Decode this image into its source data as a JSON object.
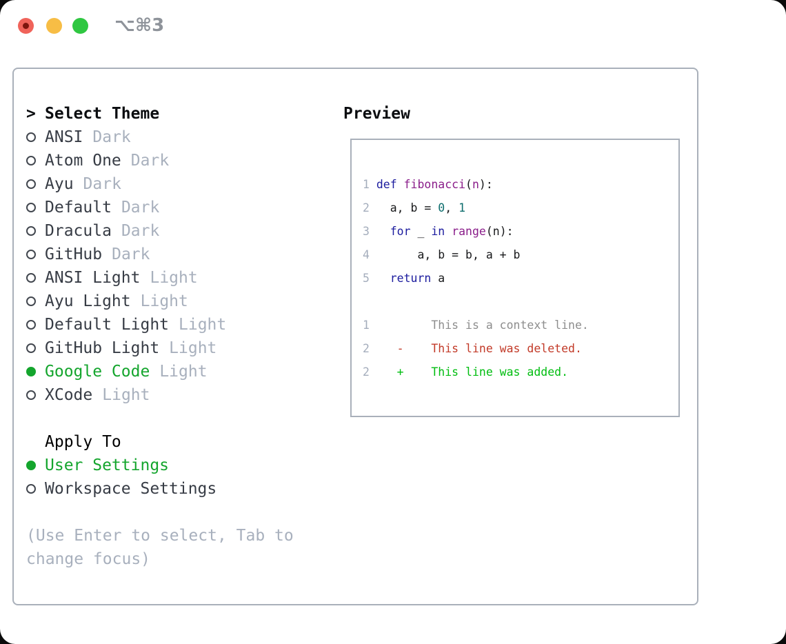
{
  "titlebar": {
    "title": "⌥⌘3",
    "buttons": [
      "close",
      "minimize",
      "zoom"
    ]
  },
  "theme_panel": {
    "header": {
      "marker": ">",
      "label": "Select Theme"
    },
    "themes": [
      {
        "name": "ANSI",
        "variant": "Dark",
        "selected": false
      },
      {
        "name": "Atom One",
        "variant": "Dark",
        "selected": false
      },
      {
        "name": "Ayu",
        "variant": "Dark",
        "selected": false
      },
      {
        "name": "Default",
        "variant": "Dark",
        "selected": false
      },
      {
        "name": "Dracula",
        "variant": "Dark",
        "selected": false
      },
      {
        "name": "GitHub",
        "variant": "Dark",
        "selected": false
      },
      {
        "name": "ANSI Light",
        "variant": "Light",
        "selected": false
      },
      {
        "name": "Ayu Light",
        "variant": "Light",
        "selected": false
      },
      {
        "name": "Default Light",
        "variant": "Light",
        "selected": false
      },
      {
        "name": "GitHub Light",
        "variant": "Light",
        "selected": false
      },
      {
        "name": "Google Code",
        "variant": "Light",
        "selected": true
      },
      {
        "name": "XCode",
        "variant": "Light",
        "selected": false
      }
    ],
    "apply_to": {
      "label": "Apply To",
      "options": [
        {
          "name": "User Settings",
          "selected": true
        },
        {
          "name": "Workspace Settings",
          "selected": false
        }
      ]
    },
    "help": [
      "(Use Enter to select, Tab to",
      "change focus)"
    ]
  },
  "preview": {
    "title": "Preview",
    "lines": [
      [
        [
          "ln",
          "1"
        ],
        [
          "pl",
          " "
        ],
        [
          "kw",
          "def"
        ],
        [
          "pl",
          " "
        ],
        [
          "fn",
          "fibonacci"
        ],
        [
          "pl",
          "("
        ],
        [
          "fn",
          "n"
        ],
        [
          "pl",
          "):"
        ]
      ],
      [
        [
          "ln",
          "2"
        ],
        [
          "pl",
          "   a, b = "
        ],
        [
          "nm",
          "0"
        ],
        [
          "pl",
          ", "
        ],
        [
          "nm",
          "1"
        ]
      ],
      [
        [
          "ln",
          "3"
        ],
        [
          "pl",
          "   "
        ],
        [
          "kw",
          "for"
        ],
        [
          "pl",
          " _ "
        ],
        [
          "kw",
          "in"
        ],
        [
          "pl",
          " "
        ],
        [
          "fn",
          "range"
        ],
        [
          "pl",
          "(n):"
        ]
      ],
      [
        [
          "ln",
          "4"
        ],
        [
          "pl",
          "       a, b = b, a + b"
        ]
      ],
      [
        [
          "ln",
          "5"
        ],
        [
          "pl",
          "   "
        ],
        [
          "kw",
          "return"
        ],
        [
          "pl",
          " a"
        ]
      ],
      [],
      [
        [
          "ln",
          "1"
        ],
        [
          "ctx",
          "         This is a context line."
        ]
      ],
      [
        [
          "ln",
          "2"
        ],
        [
          "del",
          "    -    This line was deleted."
        ]
      ],
      [
        [
          "ln",
          "2"
        ],
        [
          "add",
          "    +    This line was added."
        ]
      ]
    ]
  },
  "colors": {
    "accent-green": "#14a52d",
    "kw": "#1b1b9e",
    "fn": "#8a1d8a",
    "nm": "#0d6d6d",
    "pl": "#17181a",
    "ln": "#a4adbc",
    "ctx": "#8d8d8d",
    "del": "#c23a28",
    "add": "#00bd10",
    "muted": "#a8b0bd",
    "dark-text": "#373c45",
    "black-text": "#0b0d10",
    "border": "#a9b0ba",
    "title-gray": "#8e939a",
    "light-red": "#f0635a",
    "light-red-dot": "#7d150d",
    "light-yellow": "#f7bd45",
    "light-green": "#2fc741"
  }
}
